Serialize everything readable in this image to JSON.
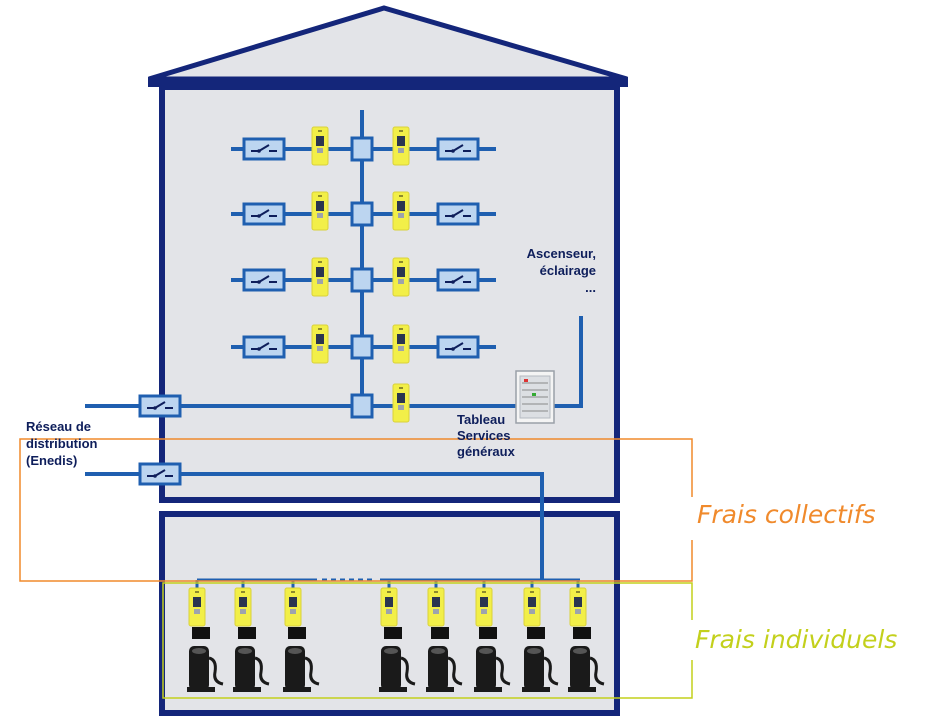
{
  "labels": {
    "ascenseur_line1": "Ascenseur,",
    "ascenseur_line2": "éclairage",
    "ascenseur_line3": "...",
    "reseau_line1": "Réseau de",
    "reseau_line2": "distribution",
    "reseau_line3": "(Enedis)",
    "tableau_line1": "Tableau",
    "tableau_line2": "Services",
    "tableau_line3": "généraux",
    "frais_collectifs": "Frais collectifs",
    "frais_individuels": "Frais individuels"
  },
  "colors": {
    "navy": "#14267a",
    "blue": "#1f5fb0",
    "wall": "#e3e4e8",
    "meter": "#f2ef48",
    "orange": "#f08a2c",
    "green": "#c3d01c",
    "text_navy": "#0e1e5b"
  },
  "icons": {
    "breaker": "breaker-switch-icon",
    "meter": "electric-meter-icon",
    "junction": "junction-box-icon",
    "cabinet": "distribution-panel-icon",
    "charger": "ev-charger-icon"
  },
  "structure": {
    "floors_with_apartments": 4,
    "apartments_per_floor": 2,
    "parking_chargers": 8
  }
}
